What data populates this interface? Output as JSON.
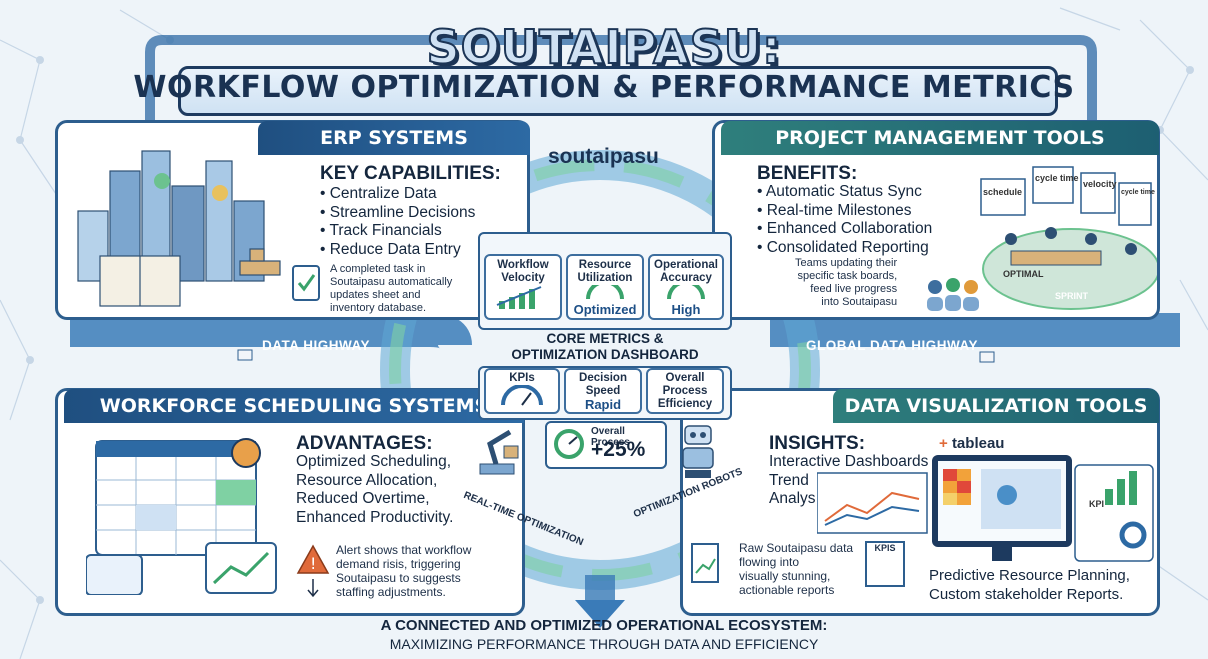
{
  "title": {
    "line1": "SOUTAIPASU:",
    "line2": "WORKFLOW OPTIMIZATION & PERFORMANCE METRICS"
  },
  "brand": "soutaipasu",
  "erp": {
    "header": "ERP SYSTEMS",
    "heading": "KEY CAPABILITIES:",
    "items": [
      "Centralize Data",
      "Streamline Decisions",
      "Track Financials",
      "Reduce Data Entry"
    ],
    "note": [
      "A completed task in",
      "Soutaipasu automatically",
      "updates sheet and",
      "inventory database."
    ]
  },
  "pm": {
    "header": "PROJECT MANAGEMENT TOOLS",
    "heading": "BENEFITS:",
    "items": [
      "Automatic Status Sync",
      "Real-time Milestones",
      "Enhanced Collaboration",
      "Consolidated Reporting"
    ],
    "note": [
      "Teams updating their",
      "specific task boards,",
      "feed live progress",
      "into Soutaipasu"
    ],
    "board_tags": [
      "schedule",
      "cycle time",
      "velocity",
      "cycle time"
    ],
    "optimal": "OPTIMAL",
    "sprint": "SPRINT"
  },
  "ws": {
    "header": "WORKFORCE SCHEDULING SYSTEMS",
    "heading": "ADVANTAGES:",
    "items": [
      "Optimized Scheduling,",
      "Resource Allocation,",
      "Reduced Overtime,",
      "Enhanced Productivity."
    ],
    "note": [
      "Alert shows that workflow",
      "demand risis, triggering",
      "Soutaipasu to suggests",
      "staffing adjustments."
    ]
  },
  "dv": {
    "header": "DATA VISUALIZATION TOOLS",
    "heading": "INSIGHTS:",
    "items": [
      "Interactive Dashboards",
      "Trend",
      "Analys"
    ],
    "note": [
      "Raw Soutaipasu data",
      "flowing into",
      "visually stunning,",
      "actionable reports"
    ],
    "bottom": [
      "Predictive Resource Planning,",
      "Custom stakeholder Reports."
    ],
    "logo": "tableau",
    "kpis": "KPIS",
    "kpi_small": "KPI"
  },
  "center": {
    "title": [
      "CORE METRICS &",
      "OPTIMIZATION DASHBOARD"
    ],
    "cards": [
      {
        "label": [
          "Workflow",
          "Velocity"
        ],
        "value": ""
      },
      {
        "label": [
          "Resource",
          "Utilization"
        ],
        "value": "Optimized"
      },
      {
        "label": [
          "Operational",
          "Accuracy"
        ],
        "value": "High"
      },
      {
        "label": [
          "KPIs"
        ],
        "value": ""
      },
      {
        "label": [
          "Decision",
          "Speed"
        ],
        "value": "Rapid"
      },
      {
        "label": [
          "Overall",
          "Process",
          "Efficiency"
        ],
        "value": ""
      }
    ],
    "overall": {
      "label": "Overall Process",
      "value": "+25%"
    }
  },
  "flows": {
    "left": "DATA HIGHWAY",
    "right": "GLOBAL DATA HIGHWAY",
    "rt": "REAL-TIME OPTIMIZATION",
    "robots": "OPTIMIZATION ROBOTS"
  },
  "footer": {
    "line1": "A CONNECTED AND OPTIMIZED OPERATIONAL ECOSYSTEM:",
    "line2": "MAXIMIZING PERFORMANCE THROUGH DATA AND EFFICIENCY"
  },
  "colors": {
    "navy": "#1f4f80",
    "teal": "#2f7f7c",
    "green": "#6cc28f",
    "bg": "#eef4f9"
  }
}
